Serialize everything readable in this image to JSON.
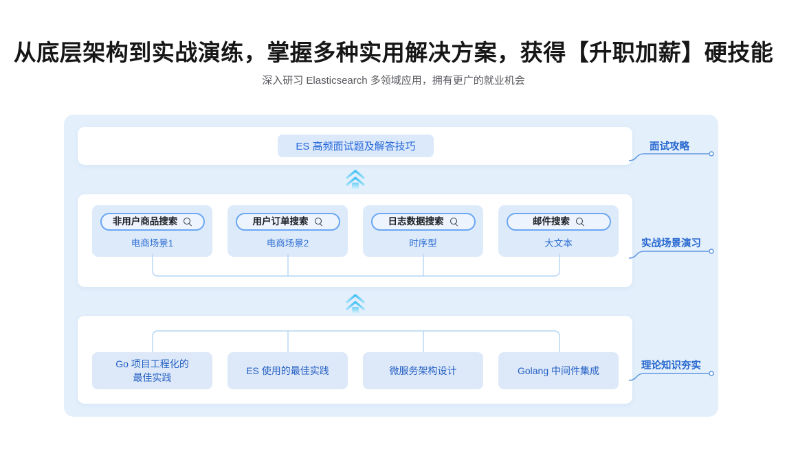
{
  "header": {
    "title": "从底层架构到实战演练，掌握多种实用解决方案，获得【升职加薪】硬技能",
    "subtitle": "深入研习 Elasticsearch 多领域应用，拥有更广的就业机会"
  },
  "colors": {
    "panel_bg": "#e3effb",
    "card_bg": "#ffffff",
    "tile_bg": "#ddeafa",
    "pill_bg": "#dbe9fb",
    "accent_blue": "#2767d9",
    "border_blue": "#6aa7f2",
    "chevron_cyan": "#4fc3f7",
    "title_color": "#161616",
    "subtitle_color": "#55575c"
  },
  "diagram": {
    "interview": {
      "stage_label": "面试攻略",
      "pill_label": "ES 高频面试题及解答技巧"
    },
    "practice": {
      "stage_label": "实战场景演习",
      "scenarios": [
        {
          "search_label": "非用户商品搜索",
          "caption": "电商场景1",
          "icon": "search-icon"
        },
        {
          "search_label": "用户订单搜索",
          "caption": "电商场景2",
          "icon": "search-icon"
        },
        {
          "search_label": "日志数据搜索",
          "caption": "时序型",
          "icon": "search-icon"
        },
        {
          "search_label": "邮件搜索",
          "caption": "大文本",
          "icon": "search-icon"
        }
      ]
    },
    "theory": {
      "stage_label": "理论知识夯实",
      "topics": [
        {
          "label": "Go 项目工程化的\n最佳实践"
        },
        {
          "label": "ES 使用的最佳实践"
        },
        {
          "label": "微服务架构设计"
        },
        {
          "label": "Golang 中间件集成"
        }
      ]
    },
    "flow_arrows": [
      {
        "icon": "double-chevron-up-icon"
      },
      {
        "icon": "double-chevron-up-icon"
      }
    ]
  }
}
